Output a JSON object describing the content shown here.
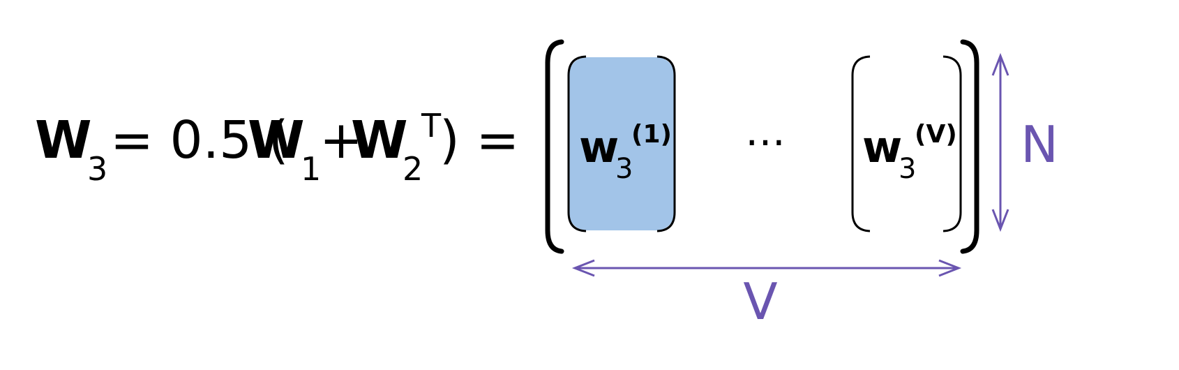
{
  "equation": {
    "lhs_symbol": "W",
    "lhs_sub": "3",
    "eq_coeff": "= 0.5 (",
    "term1_symbol": "W",
    "term1_sub": "1",
    "plus": "+",
    "term2_symbol": "W",
    "term2_sub": "2",
    "term2_sup": "T",
    "close_eq": ") ="
  },
  "matrix": {
    "first_col_symbol": "w",
    "first_col_sub": "3",
    "first_col_sup": "(1)",
    "ellipsis": "…",
    "last_col_symbol": "w",
    "last_col_sub": "3",
    "last_col_sup": "(V)",
    "highlight_color": "#a2c4e8"
  },
  "dimensions": {
    "width_label": "V",
    "height_label": "N",
    "arrow_color": "#6a55b0"
  }
}
